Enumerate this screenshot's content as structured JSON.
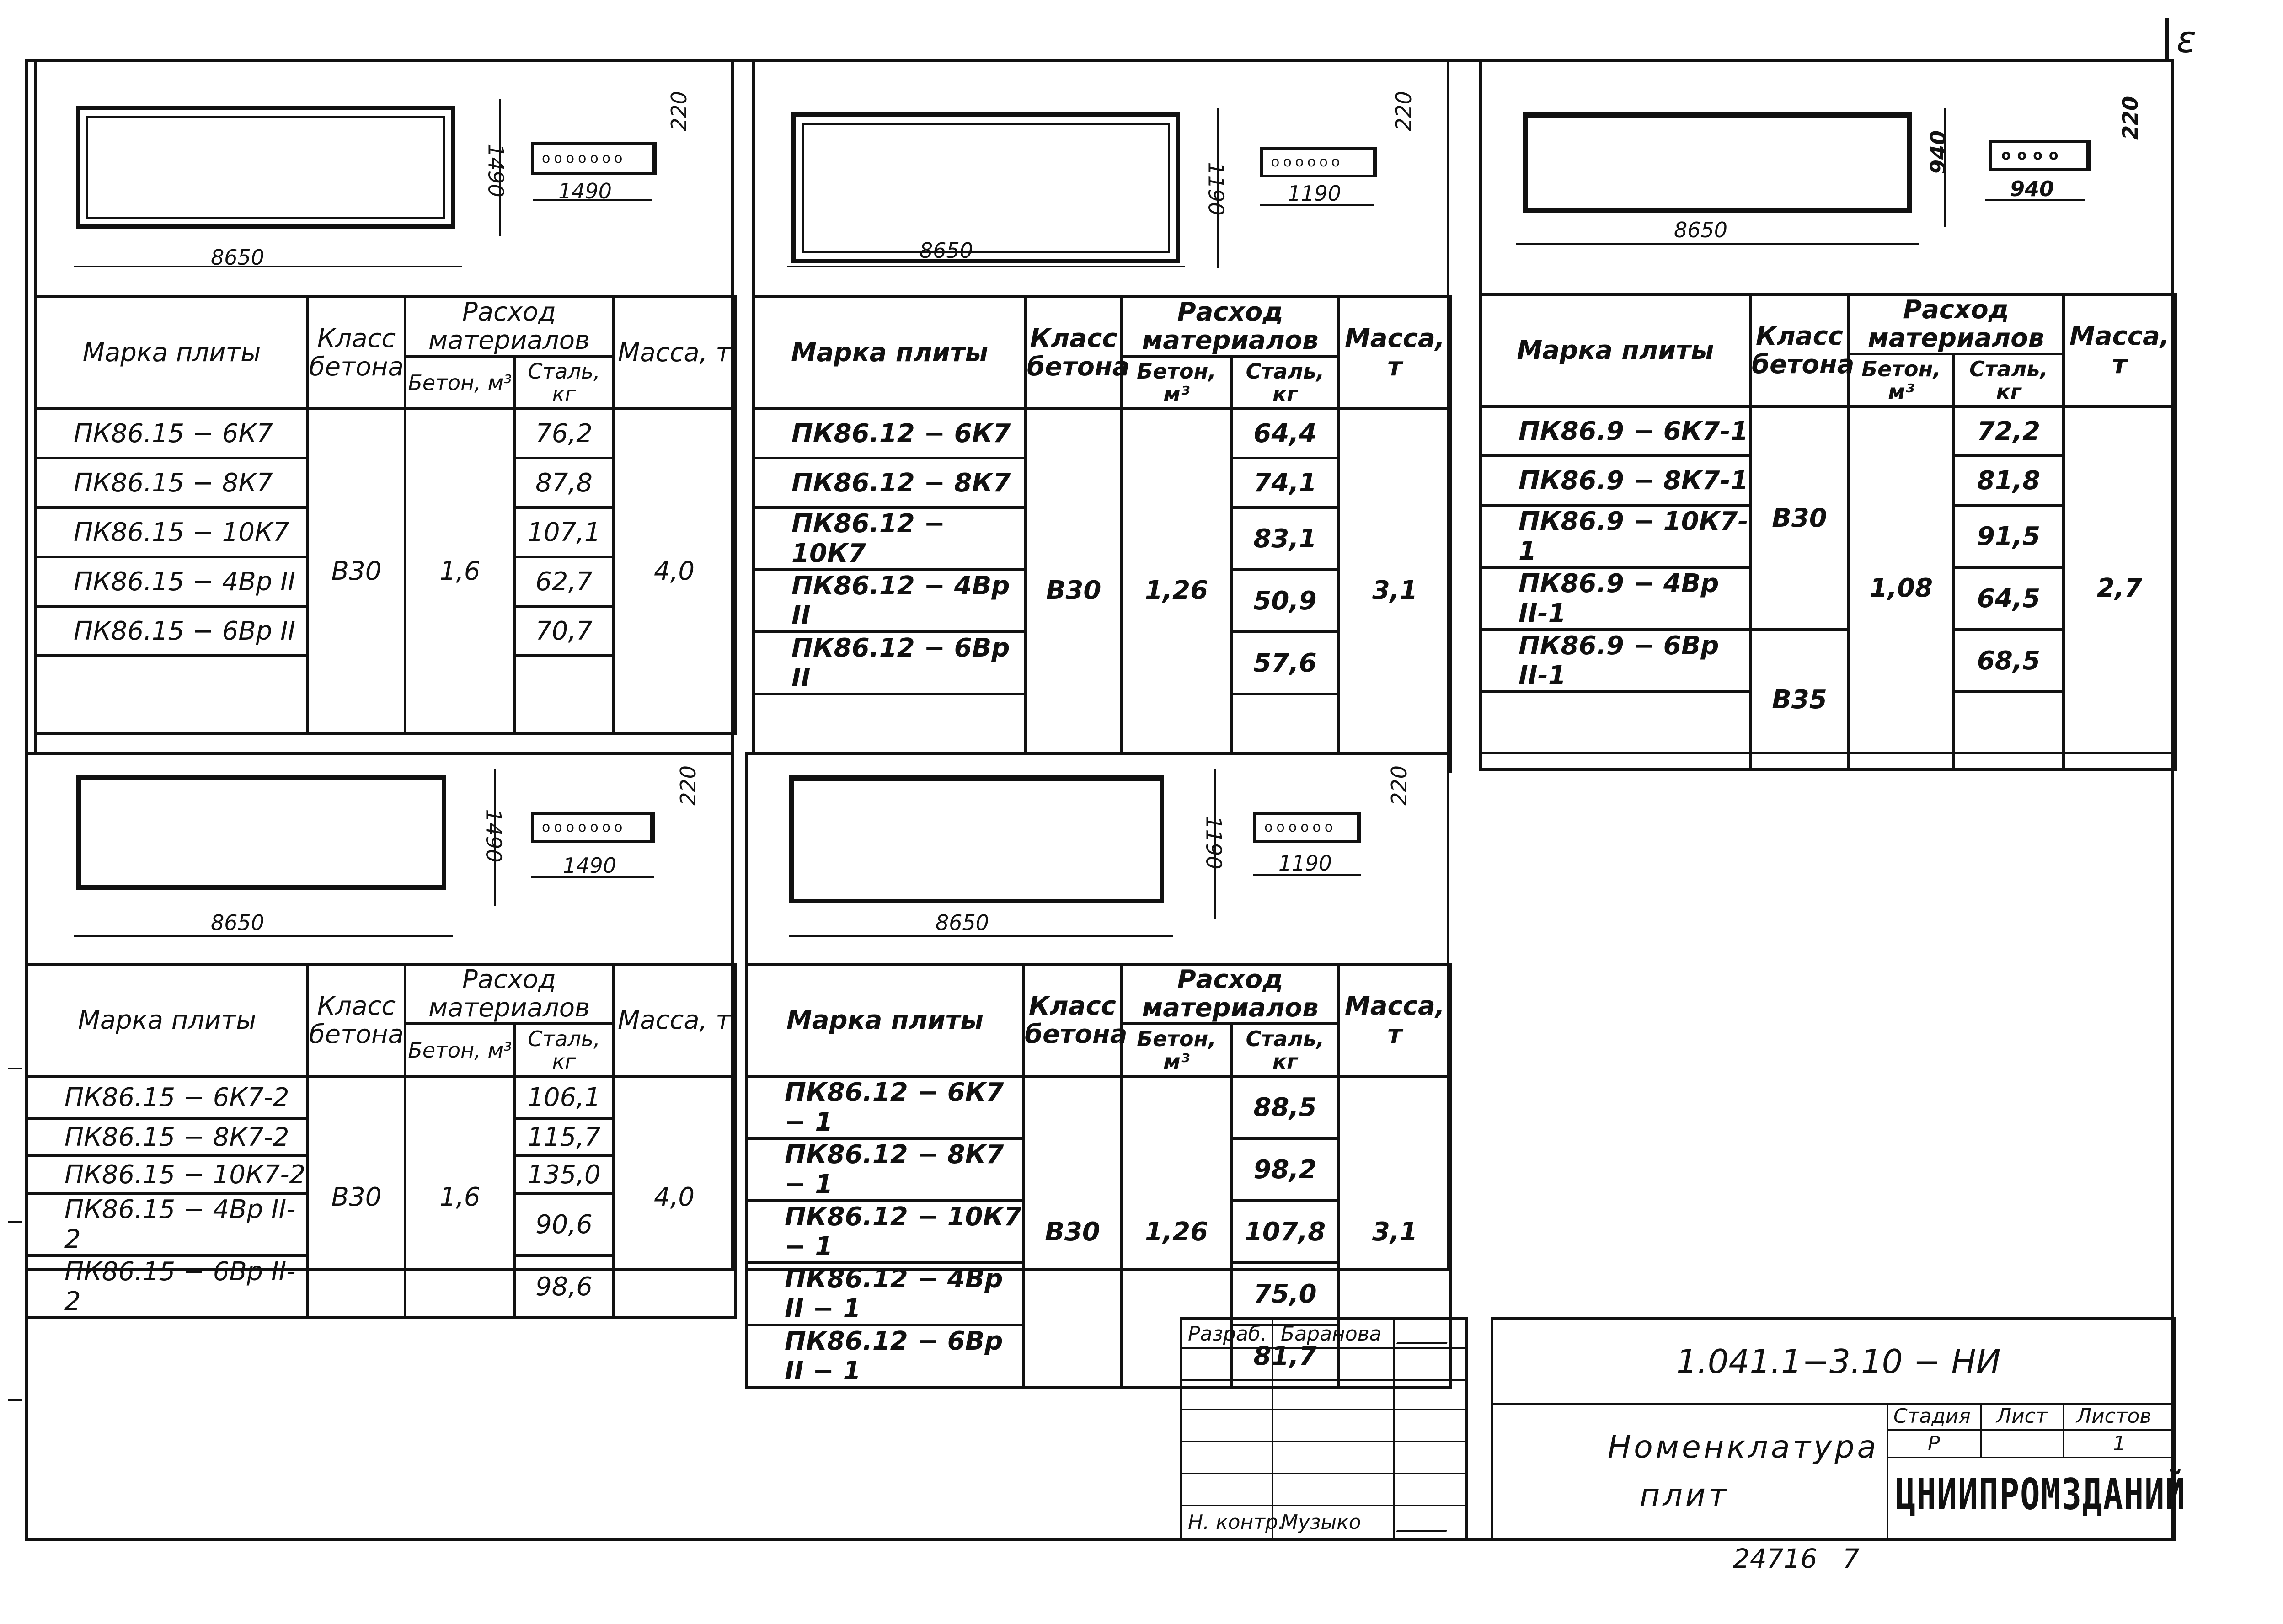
{
  "corner_mark": "ε",
  "headers": {
    "mark": "Марка плиты",
    "klass": "Класс бетона",
    "rashod": "Расход материалов",
    "beton": "Бетон, м³",
    "stal": "Сталь, кг",
    "massa": "Масса, т"
  },
  "panels": [
    {
      "length": "8650",
      "width": "1490",
      "section_width": "1490",
      "section_height": "220",
      "klass": "B30",
      "beton": "1,6",
      "massa": "4,0",
      "rows": [
        {
          "mark": "ПК86.15 − 6К7",
          "stal": "76,2"
        },
        {
          "mark": "ПК86.15 − 8К7",
          "stal": "87,8"
        },
        {
          "mark": "ПК86.15 − 10К7",
          "stal": "107,1"
        },
        {
          "mark": "ПК86.15 − 4Вр II",
          "stal": "62,7"
        },
        {
          "mark": "ПК86.15 − 6Вр II",
          "stal": "70,7"
        }
      ]
    },
    {
      "length": "8650",
      "width": "1190",
      "section_width": "1190",
      "section_height": "220",
      "klass": "B30",
      "beton": "1,26",
      "massa": "3,1",
      "rows": [
        {
          "mark": "ПК86.12 − 6К7",
          "stal": "64,4"
        },
        {
          "mark": "ПК86.12 − 8К7",
          "stal": "74,1"
        },
        {
          "mark": "ПК86.12 − 10К7",
          "stal": "83,1"
        },
        {
          "mark": "ПК86.12 − 4Вр II",
          "stal": "50,9"
        },
        {
          "mark": "ПК86.12 − 6Вр II",
          "stal": "57,6"
        }
      ]
    },
    {
      "length": "8650",
      "width": "940",
      "section_width": "940",
      "section_height": "220",
      "klass": "B30",
      "klass2": "B35",
      "beton": "1,08",
      "massa": "2,7",
      "rows": [
        {
          "mark": "ПК86.9 − 6К7-1",
          "stal": "72,2"
        },
        {
          "mark": "ПК86.9 − 8К7-1",
          "stal": "81,8"
        },
        {
          "mark": "ПК86.9 − 10К7-1",
          "stal": "91,5"
        },
        {
          "mark": "ПК86.9 − 4Вр II-1",
          "stal": "64,5"
        },
        {
          "mark": "ПК86.9 − 6Вр II-1",
          "stal": "68,5"
        }
      ]
    },
    {
      "length": "8650",
      "width": "1490",
      "section_width": "1490",
      "section_height": "220",
      "klass": "B30",
      "beton": "1,6",
      "massa": "4,0",
      "rows": [
        {
          "mark": "ПК86.15 − 6К7-2",
          "stal": "106,1"
        },
        {
          "mark": "ПК86.15 − 8К7-2",
          "stal": "115,7"
        },
        {
          "mark": "ПК86.15 − 10К7-2",
          "stal": "135,0"
        },
        {
          "mark": "ПК86.15 − 4Вр II-2",
          "stal": "90,6"
        },
        {
          "mark": "ПК86.15 − 6Вр II-2",
          "stal": "98,6"
        }
      ]
    },
    {
      "length": "8650",
      "width": "1190",
      "section_width": "1190",
      "section_height": "220",
      "klass": "B30",
      "beton": "1,26",
      "massa": "3,1",
      "rows": [
        {
          "mark": "ПК86.12 − 6К7 − 1",
          "stal": "88,5"
        },
        {
          "mark": "ПК86.12 − 8К7 − 1",
          "stal": "98,2"
        },
        {
          "mark": "ПК86.12 − 10К7 − 1",
          "stal": "107,8"
        },
        {
          "mark": "ПК86.12 − 4Вр II − 1",
          "stal": "75,0"
        },
        {
          "mark": "ПК86.12 − 6Вр II − 1",
          "stal": "81,7"
        }
      ]
    }
  ],
  "title_block": {
    "razrab_label": "Разраб.",
    "razrab_name": "Баранова",
    "nkontr_label": "Н. контр.",
    "nkontr_name": "Музыко",
    "doc_code": "1.041.1−3.10 − НИ",
    "title_line1": "Номенклатура",
    "title_line2": "плит",
    "stadiya_label": "Стадия",
    "list_label": "Лист",
    "listov_label": "Листов",
    "stadiya": "Р",
    "listov": "1",
    "org": "ЦНИИПРОМЗДАНИЙ"
  },
  "footer_number": "24716   7"
}
